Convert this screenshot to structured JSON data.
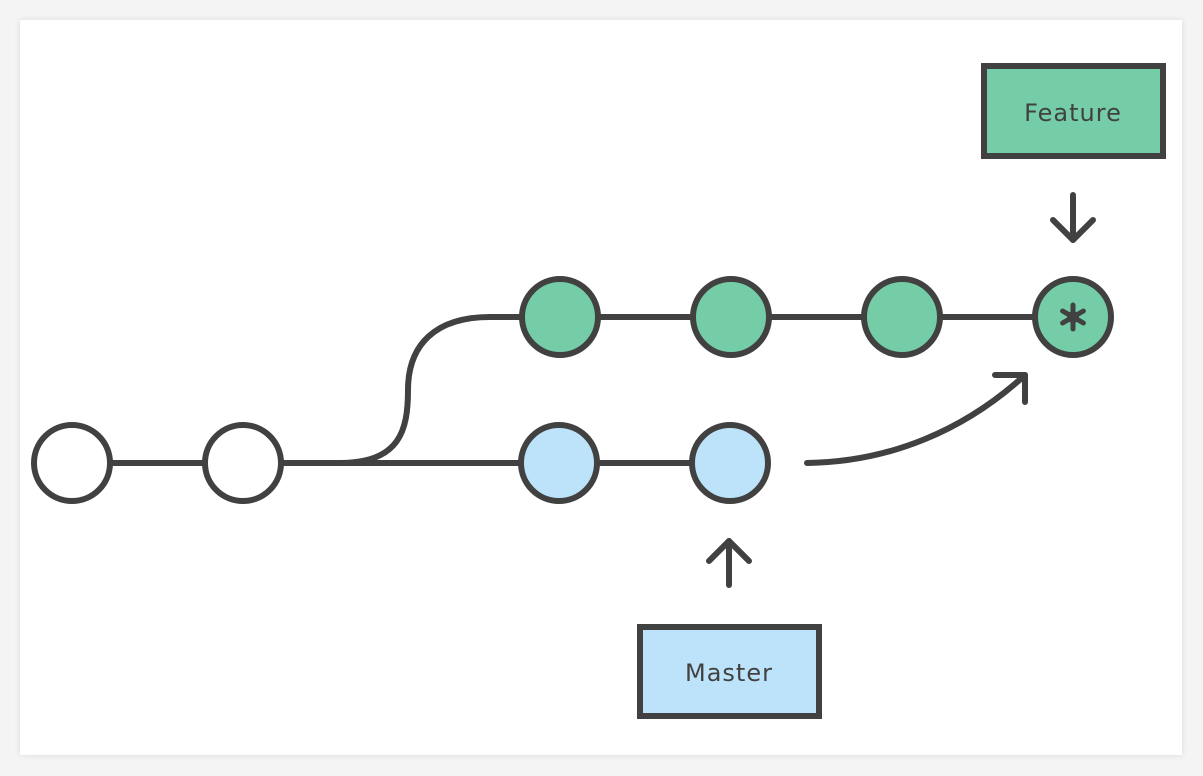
{
  "colors": {
    "feature_fill": "#74cda6",
    "master_fill": "#bde3fa",
    "base_fill": "#ffffff",
    "stroke": "#414141"
  },
  "labels": {
    "feature": "Feature",
    "master": "Master"
  },
  "nodes": {
    "base": 2,
    "master": 2,
    "feature": 3,
    "feature_head_marker": "asterisk-icon"
  }
}
